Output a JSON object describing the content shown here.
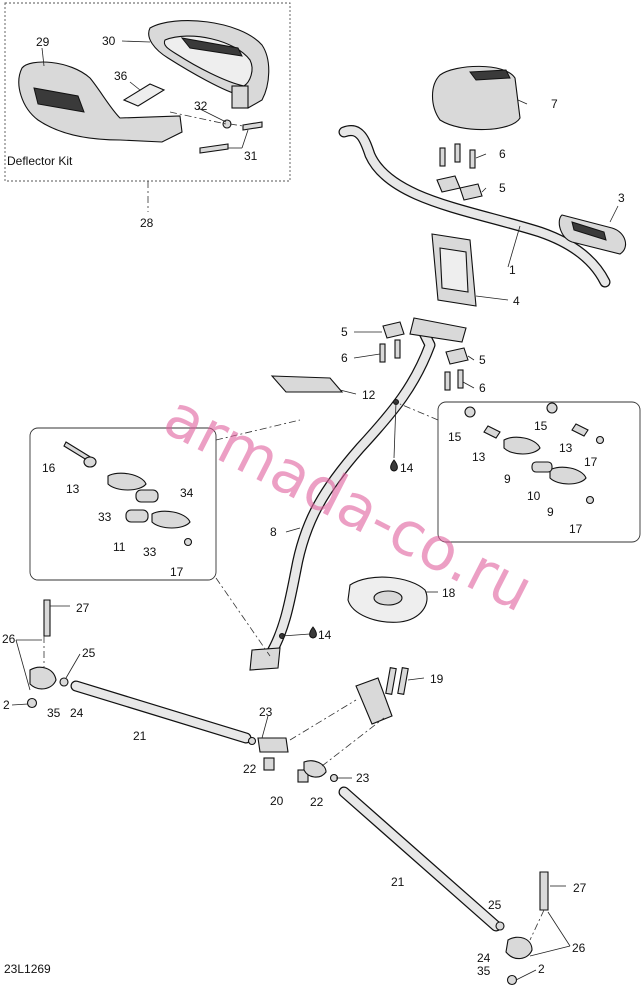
{
  "diagram": {
    "code": "23L1269",
    "kit_label": "Deflector Kit",
    "watermark": "armada-co.ru",
    "callouts": {
      "c29": "29",
      "c30": "30",
      "c36": "36",
      "c32": "32",
      "c31": "31",
      "c28": "28",
      "c7": "7",
      "c6a": "6",
      "c5a": "5",
      "c3": "3",
      "c1": "1",
      "c4": "4",
      "c5b": "5",
      "c6b": "6",
      "c5c": "5",
      "c6c": "6",
      "c12": "12",
      "c14a": "14",
      "c14b": "14",
      "c8": "8",
      "c18": "18",
      "c16": "16",
      "c13a": "13",
      "c34": "34",
      "c33a": "33",
      "c11": "11",
      "c33b": "33",
      "c17a": "17",
      "c15a": "15",
      "c15b": "15",
      "c13b": "13",
      "c13c": "13",
      "c17b": "17",
      "c9a": "9",
      "c10": "10",
      "c9b": "9",
      "c17c": "17",
      "c27a": "27",
      "c26a": "26",
      "c25a": "25",
      "c2a": "2",
      "c35a": "35",
      "c24a": "24",
      "c21a": "21",
      "c23a": "23",
      "c22a": "22",
      "c20": "20",
      "c22b": "22",
      "c23b": "23",
      "c19": "19",
      "c21b": "21",
      "c27b": "27",
      "c25b": "25",
      "c24b": "24",
      "c26b": "26",
      "c35b": "35",
      "c2b": "2"
    }
  }
}
